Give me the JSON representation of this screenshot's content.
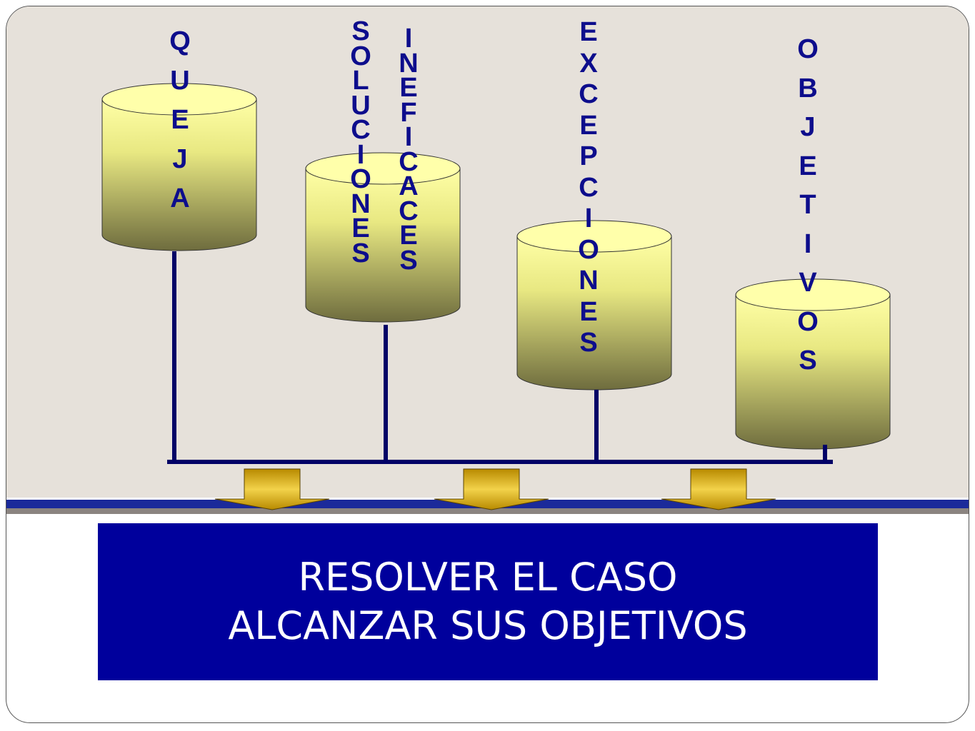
{
  "columns": [
    {
      "id": "queja",
      "words": [
        "QUEJA"
      ]
    },
    {
      "id": "soluciones-ineficaces",
      "words": [
        "SOLUCIONES",
        "INEFICACES"
      ]
    },
    {
      "id": "excepciones",
      "words": [
        "EXCEPCIONES"
      ]
    },
    {
      "id": "objetivos",
      "words": [
        "OBJETIVOS"
      ]
    }
  ],
  "result": {
    "line1": "RESOLVER EL CASO",
    "line2": "ALCANZAR SUS OBJETIVOS"
  },
  "colors": {
    "background_panel": "#e6e1da",
    "cylinder_top": "#ffff99",
    "cylinder_bottom": "#6b6b3a",
    "connector": "#000066",
    "label_text": "#0d0d8c",
    "arrow": "#c49a00",
    "result_box": "#00009c",
    "result_text": "#ffffff"
  }
}
